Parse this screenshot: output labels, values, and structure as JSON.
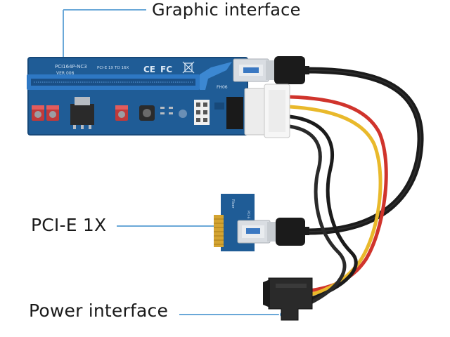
{
  "labels": {
    "graphic_interface": "Graphic interface",
    "pcie_1x": "PCI-E 1X",
    "power_interface": "Power interface"
  },
  "board_markings": {
    "model": "PCI164P-NC3",
    "version": "VER 006",
    "slot": "PCI-E 1X TO 16X",
    "ce_mark": "CE",
    "fc_mark": "FC",
    "small_board": "Riser",
    "small_board_sub": "PCI-E 1X Adapter",
    "connector_label": "FH06"
  },
  "colors": {
    "pcb_blue": "#1f5c96",
    "pcb_dark": "#17497a",
    "slot_blue": "#2e78c4",
    "gold": "#d4a431",
    "callout_line": "#6aa8d8",
    "callout_dot": "#3f8fd4",
    "cable_black": "#1b1b1b",
    "wire_red": "#d0342c",
    "wire_yellow": "#e9b92b",
    "usb_silver": "#d9dde2"
  }
}
